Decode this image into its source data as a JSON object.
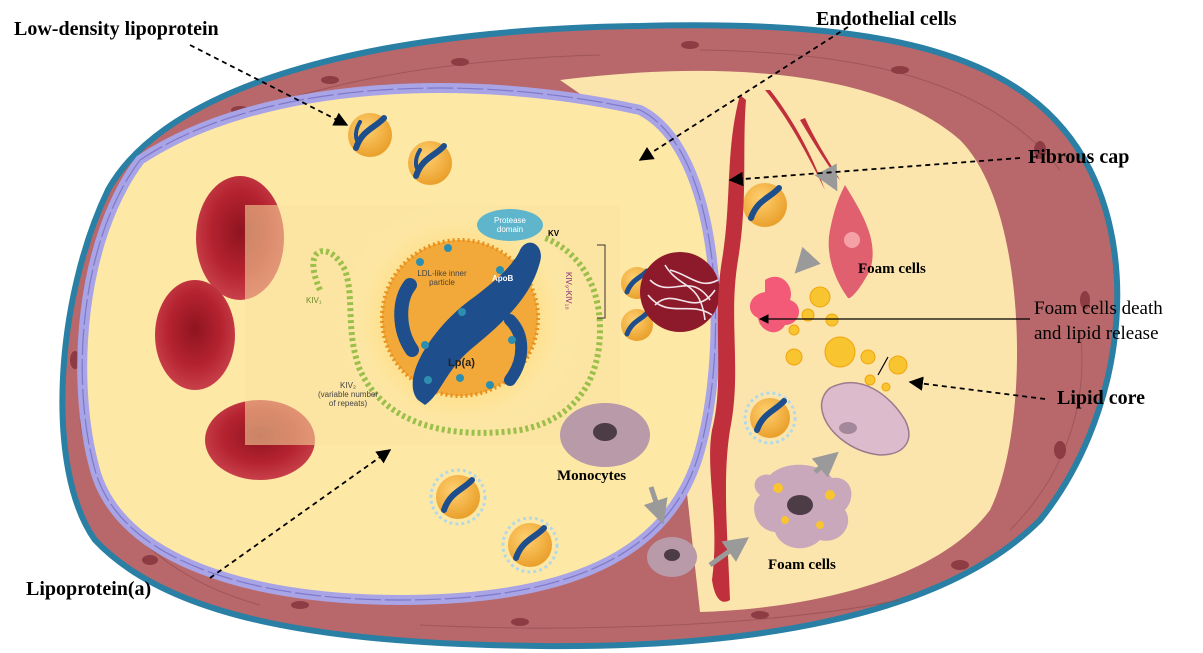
{
  "labels": {
    "ldl": "Low-density lipoprotein",
    "endothelial": "Endothelial cells",
    "fibrous_cap": "Fibrous cap",
    "foam_death_line1": "Foam cells death",
    "foam_death_line2": "and lipid release",
    "lipid_core": "Lipid core",
    "lipoprotein_a": "Lipoprotein(a)",
    "monocytes": "Monocytes",
    "foam_cells_upper": "Foam cells",
    "foam_cells_lower": "Foam cells"
  },
  "inset": {
    "protease": "Protease domain",
    "kv": "KV",
    "kiv_top": "KIV₉-KIV₁₀",
    "kiv1": "KIV₁",
    "ldl_inner": "LDL-like inner particle",
    "apob": "ApoB",
    "lpa": "Lp(a)",
    "kiv2_line1": "KIV₂",
    "kiv2_line2": "(variable number",
    "kiv2_line3": "of repeats)"
  },
  "colors": {
    "vessel_wall": "#b8686a",
    "vessel_outline": "#2a7fa4",
    "lumen": "#fde8a5",
    "endothelium": "#a8a4e6",
    "rbc": "#b4232f",
    "lipoprotein": "#f3a93a",
    "apob_band": "#1e4f8c",
    "foam_cell": "#e06070",
    "monocyte": "#b89aa8"
  }
}
